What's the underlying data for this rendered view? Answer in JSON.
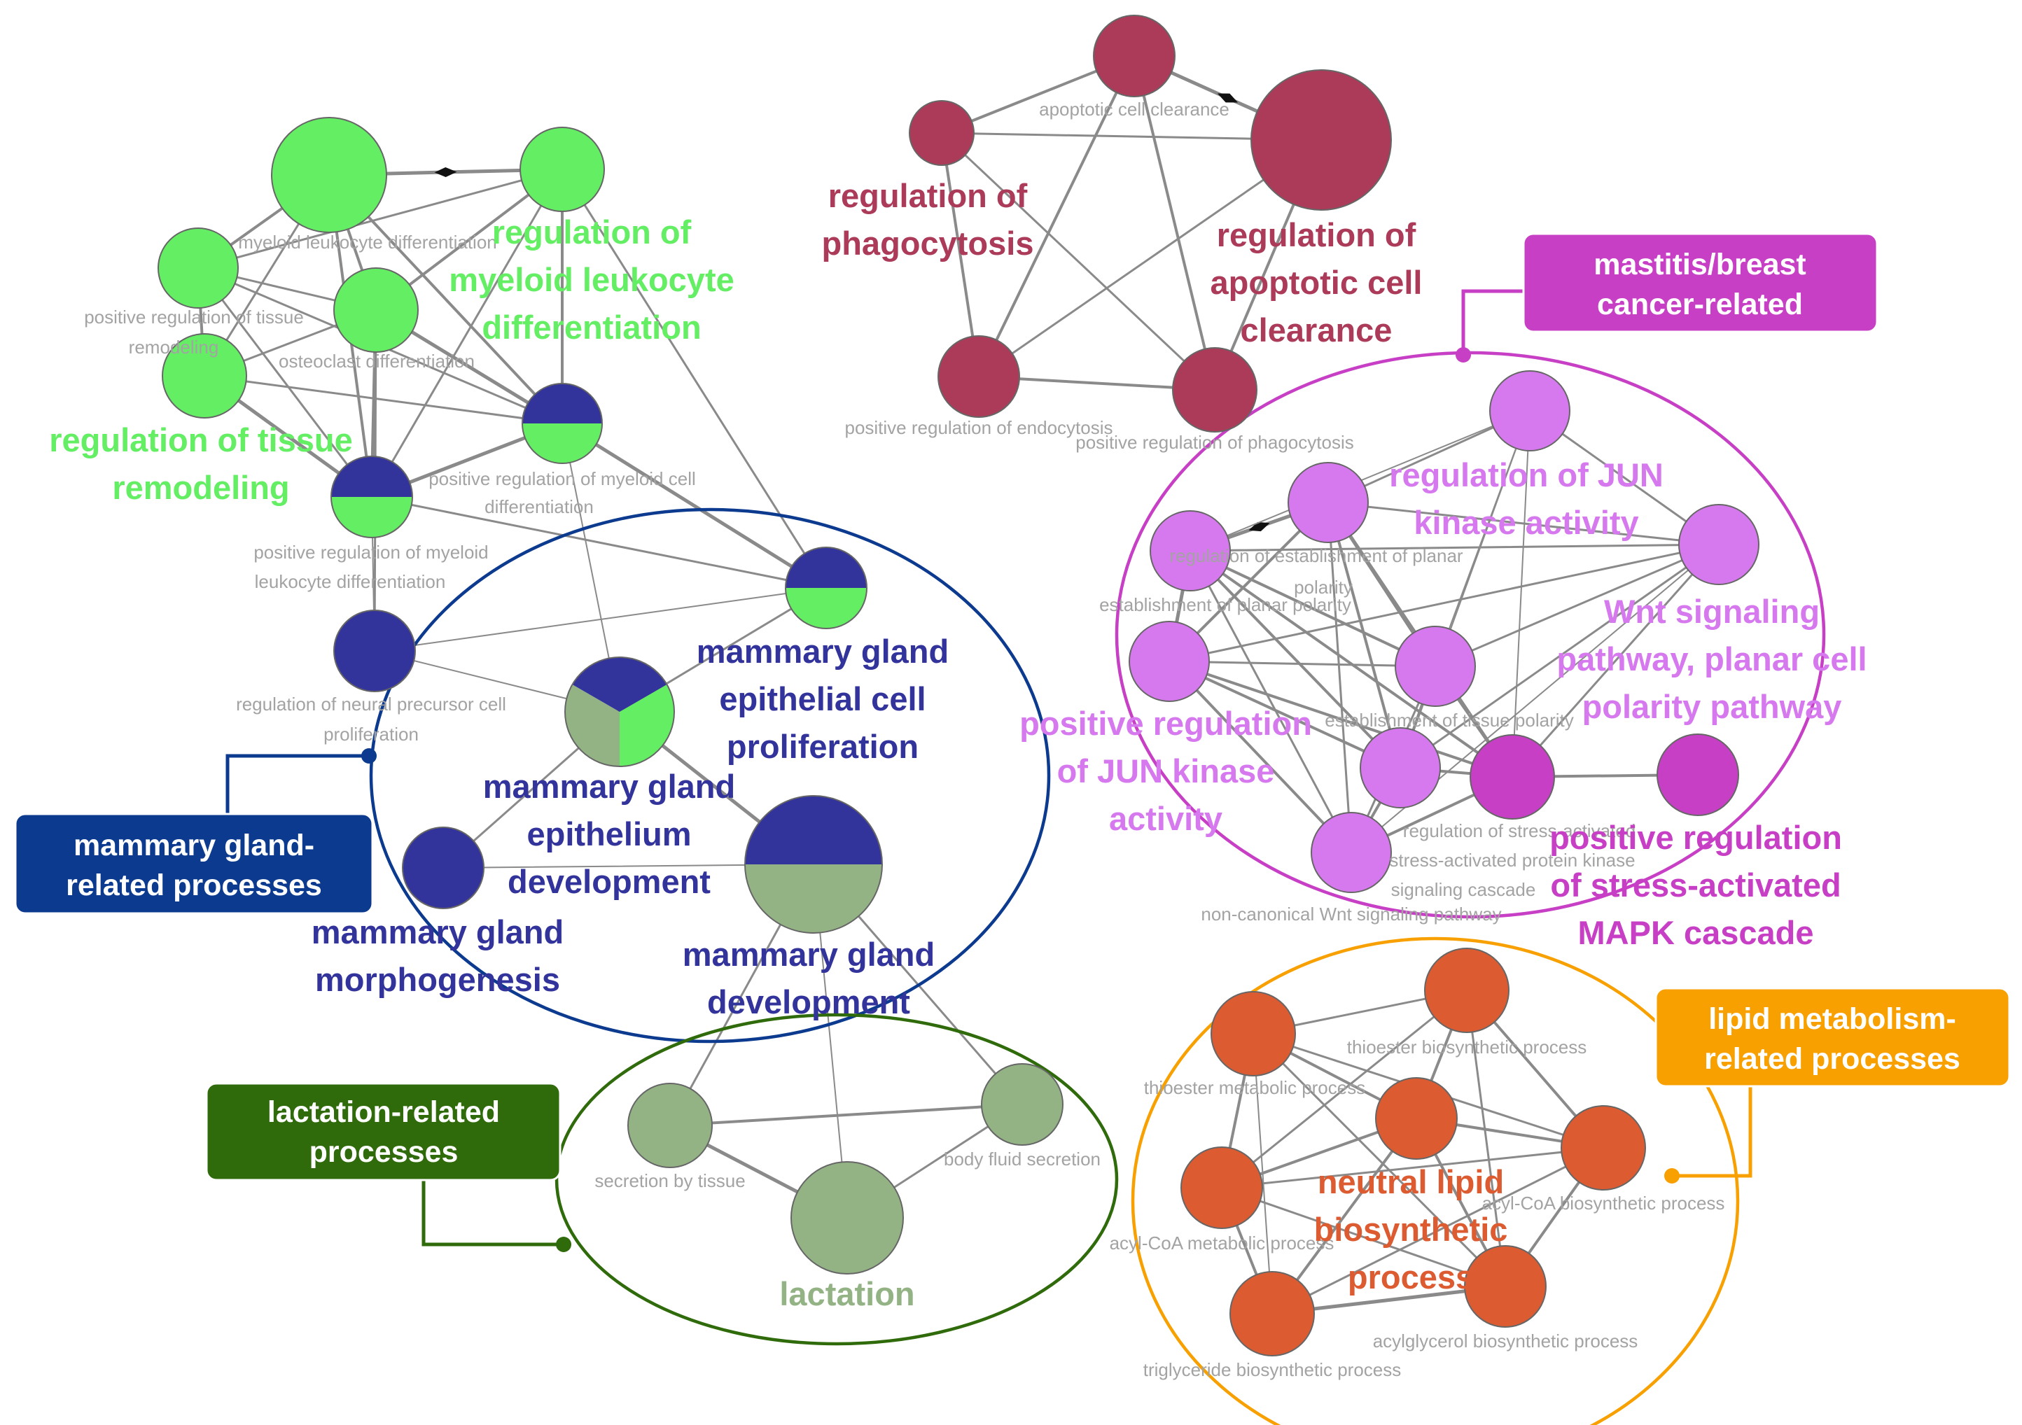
{
  "colors": {
    "green": "#64ee64",
    "navy": "#32339b",
    "sage": "#93b385",
    "crimson": "#ab3b59",
    "violet": "#d679ee",
    "magenta": "#c73fc5",
    "orange": "#dc5b31",
    "dark_blue": "#0b3a8e",
    "dark_green": "#2f6a0b",
    "gold": "#f7a000"
  },
  "nodes": [
    {
      "id": "myeloid_big",
      "pie": [
        "green"
      ]
    },
    {
      "id": "myeloid_top",
      "pie": [
        "green"
      ]
    },
    {
      "id": "myeloid_left",
      "pie": [
        "green"
      ]
    },
    {
      "id": "osteoclast",
      "pie": [
        "green"
      ]
    },
    {
      "id": "tissue_pos",
      "pie": [
        "green"
      ]
    },
    {
      "id": "pos_myeloid",
      "pie": [
        "green",
        "navy"
      ]
    },
    {
      "id": "pos_myeloid_diff",
      "pie": [
        "green",
        "navy"
      ]
    },
    {
      "id": "neural",
      "pie": [
        "navy"
      ]
    },
    {
      "id": "mg_epi_prolif",
      "pie": [
        "green",
        "navy"
      ]
    },
    {
      "id": "mg_epithelium",
      "pie": [
        "sage",
        "navy",
        "green"
      ]
    },
    {
      "id": "mg_morph",
      "pie": [
        "navy"
      ]
    },
    {
      "id": "mg_dev",
      "pie": [
        "sage",
        "navy"
      ]
    },
    {
      "id": "secretion",
      "pie": [
        "sage"
      ]
    },
    {
      "id": "lactation",
      "pie": [
        "sage"
      ]
    },
    {
      "id": "body_fluid",
      "pie": [
        "sage"
      ]
    },
    {
      "id": "apop_top",
      "pie": [
        "crimson"
      ]
    },
    {
      "id": "phago",
      "pie": [
        "crimson"
      ]
    },
    {
      "id": "apop_big",
      "pie": [
        "crimson"
      ]
    },
    {
      "id": "endocytosis",
      "pie": [
        "crimson"
      ]
    },
    {
      "id": "pos_phago",
      "pie": [
        "crimson"
      ]
    },
    {
      "id": "v_top",
      "pie": [
        "violet"
      ]
    },
    {
      "id": "v_jun",
      "pie": [
        "violet"
      ]
    },
    {
      "id": "v_pcp",
      "pie": [
        "violet"
      ]
    },
    {
      "id": "v_wnt",
      "pie": [
        "violet"
      ]
    },
    {
      "id": "v_pos_jun",
      "pie": [
        "violet"
      ]
    },
    {
      "id": "v_center",
      "pie": [
        "violet"
      ]
    },
    {
      "id": "v_tissue_pol",
      "pie": [
        "violet"
      ]
    },
    {
      "id": "v_noncanon",
      "pie": [
        "violet"
      ]
    },
    {
      "id": "m_stress",
      "pie": [
        "magenta"
      ]
    },
    {
      "id": "m_pos_stress",
      "pie": [
        "magenta"
      ]
    },
    {
      "id": "o_thioester",
      "pie": [
        "orange"
      ]
    },
    {
      "id": "o_thio_bio",
      "pie": [
        "orange"
      ]
    },
    {
      "id": "o_neutral",
      "pie": [
        "orange"
      ]
    },
    {
      "id": "o_acyl_bio",
      "pie": [
        "orange"
      ]
    },
    {
      "id": "o_acyl_met",
      "pie": [
        "orange"
      ]
    },
    {
      "id": "o_trig",
      "pie": [
        "orange"
      ]
    },
    {
      "id": "o_acylgly",
      "pie": [
        "orange"
      ]
    }
  ],
  "edges": [
    [
      "myeloid_big",
      "myeloid_top",
      5,
      "arrow"
    ],
    [
      "myeloid_big",
      "myeloid_left",
      4
    ],
    [
      "myeloid_big",
      "osteoclast",
      4
    ],
    [
      "myeloid_big",
      "tissue_pos",
      3
    ],
    [
      "myeloid_big",
      "pos_myeloid",
      4
    ],
    [
      "myeloid_big",
      "pos_myeloid_diff",
      4
    ],
    [
      "myeloid_top",
      "myeloid_left",
      3
    ],
    [
      "myeloid_top",
      "osteoclast",
      4
    ],
    [
      "myeloid_top",
      "pos_myeloid_diff",
      4
    ],
    [
      "myeloid_top",
      "pos_myeloid",
      3
    ],
    [
      "myeloid_top",
      "mg_epi_prolif",
      3
    ],
    [
      "myeloid_left",
      "osteoclast",
      3
    ],
    [
      "myeloid_left",
      "tissue_pos",
      4
    ],
    [
      "myeloid_left",
      "pos_myeloid",
      3
    ],
    [
      "myeloid_left",
      "pos_myeloid_diff",
      3
    ],
    [
      "osteoclast",
      "tissue_pos",
      3
    ],
    [
      "osteoclast",
      "pos_myeloid",
      5
    ],
    [
      "osteoclast",
      "pos_myeloid_diff",
      5
    ],
    [
      "osteoclast",
      "neural",
      3
    ],
    [
      "tissue_pos",
      "pos_myeloid",
      5
    ],
    [
      "tissue_pos",
      "pos_myeloid_diff",
      3
    ],
    [
      "pos_myeloid",
      "pos_myeloid_diff",
      5
    ],
    [
      "pos_myeloid",
      "mg_epi_prolif",
      3
    ],
    [
      "pos_myeloid",
      "neural",
      2
    ],
    [
      "pos_myeloid_diff",
      "mg_epi_prolif",
      5
    ],
    [
      "pos_myeloid_diff",
      "mg_epithelium",
      2
    ],
    [
      "neural",
      "mg_epithelium",
      2
    ],
    [
      "neural",
      "mg_epi_prolif",
      2
    ],
    [
      "mg_epi_prolif",
      "mg_epithelium",
      3
    ],
    [
      "mg_epithelium",
      "mg_morph",
      3
    ],
    [
      "mg_epithelium",
      "mg_dev",
      5
    ],
    [
      "mg_morph",
      "mg_dev",
      2
    ],
    [
      "mg_dev",
      "secretion",
      3
    ],
    [
      "mg_dev",
      "lactation",
      2
    ],
    [
      "mg_dev",
      "body_fluid",
      3
    ],
    [
      "secretion",
      "lactation",
      5
    ],
    [
      "secretion",
      "body_fluid",
      4
    ],
    [
      "lactation",
      "body_fluid",
      3
    ],
    [
      "apop_top",
      "phago",
      4
    ],
    [
      "apop_top",
      "apop_big",
      5,
      "arrow"
    ],
    [
      "apop_top",
      "endocytosis",
      4
    ],
    [
      "apop_top",
      "pos_phago",
      4
    ],
    [
      "phago",
      "apop_big",
      3
    ],
    [
      "phago",
      "endocytosis",
      4
    ],
    [
      "phago",
      "pos_phago",
      3
    ],
    [
      "apop_big",
      "endocytosis",
      3
    ],
    [
      "apop_big",
      "pos_phago",
      4
    ],
    [
      "endocytosis",
      "pos_phago",
      4
    ],
    [
      "v_jun",
      "v_pcp",
      5,
      "arrow"
    ],
    [
      "v_jun",
      "v_top",
      3
    ],
    [
      "v_jun",
      "v_wnt",
      3
    ],
    [
      "v_jun",
      "v_center",
      5
    ],
    [
      "v_jun",
      "v_pos_jun",
      4
    ],
    [
      "v_jun",
      "v_tissue_pol",
      4
    ],
    [
      "v_jun",
      "m_stress",
      4
    ],
    [
      "v_jun",
      "v_noncanon",
      3
    ],
    [
      "v_pcp",
      "v_wnt",
      3
    ],
    [
      "v_pcp",
      "v_pos_jun",
      5
    ],
    [
      "v_pcp",
      "v_center",
      4
    ],
    [
      "v_pcp",
      "v_tissue_pol",
      4
    ],
    [
      "v_pcp",
      "m_stress",
      4
    ],
    [
      "v_pcp",
      "v_noncanon",
      3
    ],
    [
      "v_pcp",
      "v_top",
      2
    ],
    [
      "v_top",
      "v_wnt",
      3
    ],
    [
      "v_top",
      "v_center",
      2
    ],
    [
      "v_top",
      "v_tissue_pol",
      2
    ],
    [
      "v_top",
      "m_stress",
      2
    ],
    [
      "v_wnt",
      "v_center",
      3
    ],
    [
      "v_wnt",
      "v_pos_jun",
      3
    ],
    [
      "v_wnt",
      "v_tissue_pol",
      3
    ],
    [
      "v_wnt",
      "m_stress",
      3
    ],
    [
      "v_wnt",
      "v_noncanon",
      2
    ],
    [
      "v_pos_jun",
      "v_center",
      3
    ],
    [
      "v_pos_jun",
      "v_tissue_pol",
      4
    ],
    [
      "v_pos_jun",
      "m_stress",
      4
    ],
    [
      "v_pos_jun",
      "v_noncanon",
      4
    ],
    [
      "v_center",
      "v_tissue_pol",
      4
    ],
    [
      "v_center",
      "m_stress",
      4
    ],
    [
      "v_center",
      "v_noncanon",
      3
    ],
    [
      "v_tissue_pol",
      "m_stress",
      4
    ],
    [
      "v_tissue_pol",
      "v_noncanon",
      4
    ],
    [
      "m_stress",
      "v_noncanon",
      4
    ],
    [
      "m_stress",
      "m_pos_stress",
      4
    ],
    [
      "o_thioester",
      "o_thio_bio",
      3
    ],
    [
      "o_thioester",
      "o_neutral",
      4
    ],
    [
      "o_thioester",
      "o_acyl_met",
      4
    ],
    [
      "o_thioester",
      "o_acyl_bio",
      3
    ],
    [
      "o_thioester",
      "o_acylgly",
      3
    ],
    [
      "o_thioester",
      "o_trig",
      2
    ],
    [
      "o_thio_bio",
      "o_neutral",
      4
    ],
    [
      "o_thio_bio",
      "o_acyl_bio",
      4
    ],
    [
      "o_thio_bio",
      "o_acyl_met",
      3
    ],
    [
      "o_thio_bio",
      "o_acylgly",
      3
    ],
    [
      "o_neutral",
      "o_acyl_met",
      4
    ],
    [
      "o_neutral",
      "o_acyl_bio",
      4
    ],
    [
      "o_neutral",
      "o_trig",
      4
    ],
    [
      "o_neutral",
      "o_acylgly",
      4
    ],
    [
      "o_acyl_bio",
      "o_acylgly",
      4
    ],
    [
      "o_acyl_bio",
      "o_trig",
      3
    ],
    [
      "o_acyl_bio",
      "o_acyl_met",
      3
    ],
    [
      "o_acyl_met",
      "o_trig",
      4
    ],
    [
      "o_acyl_met",
      "o_acylgly",
      3
    ],
    [
      "o_trig",
      "o_acylgly",
      5
    ]
  ],
  "node_labels": [
    {
      "id": "l1",
      "text": "myeloid leukocyte differentiation"
    },
    {
      "id": "l2",
      "text": "positive regulation of tissue"
    },
    {
      "id": "l3",
      "text": "remodeling"
    },
    {
      "id": "l4",
      "text": "osteoclast differentiation"
    },
    {
      "id": "l5",
      "text": "positive regulation of myeloid cell"
    },
    {
      "id": "l6",
      "text": "differentiation"
    },
    {
      "id": "l7",
      "text": "positive regulation of myeloid"
    },
    {
      "id": "l8",
      "text": "leukocyte differentiation"
    },
    {
      "id": "l9",
      "text": "regulation of neural precursor cell"
    },
    {
      "id": "l10",
      "text": "proliferation"
    },
    {
      "id": "l11",
      "text": "apoptotic cell clearance"
    },
    {
      "id": "l12",
      "text": "positive regulation of endocytosis"
    },
    {
      "id": "l13",
      "text": "positive regulation of phagocytosis"
    },
    {
      "id": "l14",
      "text": "regulation of establishment of planar"
    },
    {
      "id": "l15",
      "text": "polarity"
    },
    {
      "id": "l16",
      "text": "establishment of planar polarity"
    },
    {
      "id": "l17",
      "text": "establishment of tissue polarity"
    },
    {
      "id": "l18",
      "text": "regulation of stress-activated"
    },
    {
      "id": "l19",
      "text": "stress-activated protein kinase"
    },
    {
      "id": "l20",
      "text": "signaling cascade"
    },
    {
      "id": "l21",
      "text": "non-canonical Wnt signaling pathway"
    },
    {
      "id": "l22",
      "text": "thioester biosynthetic process"
    },
    {
      "id": "l23",
      "text": "thioester metabolic process"
    },
    {
      "id": "l24",
      "text": "acyl-CoA biosynthetic process"
    },
    {
      "id": "l25",
      "text": "acyl-CoA metabolic process"
    },
    {
      "id": "l26",
      "text": "acylglycerol biosynthetic process"
    },
    {
      "id": "l27",
      "text": "triglyceride biosynthetic process"
    },
    {
      "id": "l28",
      "text": "secretion by tissue"
    },
    {
      "id": "l29",
      "text": "body fluid secretion"
    }
  ],
  "group_labels": [
    {
      "id": "g1",
      "color": "green",
      "lines": [
        "regulation of",
        "myeloid leukocyte",
        "differentiation"
      ]
    },
    {
      "id": "g2",
      "color": "green",
      "lines": [
        "regulation of tissue",
        "remodeling"
      ]
    },
    {
      "id": "g3",
      "color": "crimson",
      "lines": [
        "regulation of",
        "phagocytosis"
      ]
    },
    {
      "id": "g4",
      "color": "crimson",
      "lines": [
        "regulation of",
        "apoptotic cell",
        "clearance"
      ]
    },
    {
      "id": "g5",
      "color": "navy",
      "lines": [
        "mammary gland",
        "epithelial cell",
        "proliferation"
      ]
    },
    {
      "id": "g6",
      "color": "navy",
      "lines": [
        "mammary gland",
        "epithelium",
        "development"
      ]
    },
    {
      "id": "g7",
      "color": "navy",
      "lines": [
        "mammary gland",
        "morphogenesis"
      ]
    },
    {
      "id": "g8",
      "color": "navy",
      "lines": [
        "mammary gland",
        "development"
      ]
    },
    {
      "id": "g9",
      "color": "sage",
      "lines": [
        "lactation"
      ]
    },
    {
      "id": "g10",
      "color": "violet",
      "lines": [
        "regulation of JUN",
        "kinase activity"
      ]
    },
    {
      "id": "g11",
      "color": "violet",
      "lines": [
        "Wnt signaling",
        "pathway, planar cell",
        "polarity pathway"
      ]
    },
    {
      "id": "g12",
      "color": "violet",
      "lines": [
        "positive regulation",
        "of JUN kinase",
        "activity"
      ]
    },
    {
      "id": "g13",
      "color": "magenta",
      "lines": [
        "positive regulation",
        "of stress-activated",
        "MAPK cascade"
      ]
    },
    {
      "id": "g14",
      "color": "orange",
      "lines": [
        "neutral lipid",
        "biosynthetic",
        "process"
      ]
    }
  ],
  "clusters": [
    {
      "id": "c1",
      "color": "dark_blue",
      "lines": [
        "mammary gland-",
        "related processes"
      ]
    },
    {
      "id": "c2",
      "color": "dark_green",
      "lines": [
        "lactation-related",
        "processes"
      ]
    },
    {
      "id": "c3",
      "color": "magenta",
      "lines": [
        "mastitis/breast",
        "cancer-related"
      ]
    },
    {
      "id": "c4",
      "color": "gold",
      "lines": [
        "lipid metabolism-",
        "related processes"
      ]
    }
  ]
}
